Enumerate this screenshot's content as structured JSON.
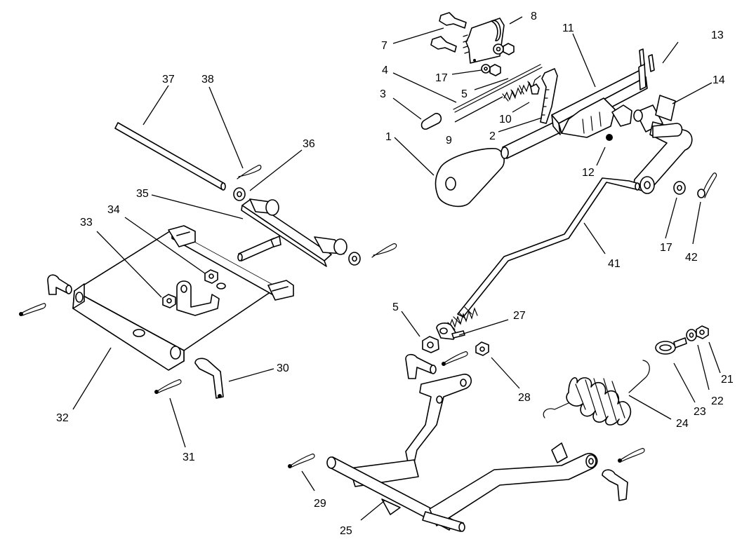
{
  "callouts": [
    {
      "id": "1",
      "text": "1"
    },
    {
      "id": "2",
      "text": "2"
    },
    {
      "id": "3",
      "text": "3"
    },
    {
      "id": "4",
      "text": "4"
    },
    {
      "id": "5a",
      "text": "5"
    },
    {
      "id": "5b",
      "text": "5"
    },
    {
      "id": "7",
      "text": "7"
    },
    {
      "id": "8",
      "text": "8"
    },
    {
      "id": "9",
      "text": "9"
    },
    {
      "id": "10",
      "text": "10"
    },
    {
      "id": "11",
      "text": "11"
    },
    {
      "id": "12",
      "text": "12"
    },
    {
      "id": "13",
      "text": "13"
    },
    {
      "id": "14",
      "text": "14"
    },
    {
      "id": "17a",
      "text": "17"
    },
    {
      "id": "17b",
      "text": "17"
    },
    {
      "id": "21",
      "text": "21"
    },
    {
      "id": "22",
      "text": "22"
    },
    {
      "id": "23",
      "text": "23"
    },
    {
      "id": "24",
      "text": "24"
    },
    {
      "id": "25",
      "text": "25"
    },
    {
      "id": "27",
      "text": "27"
    },
    {
      "id": "28",
      "text": "28"
    },
    {
      "id": "29",
      "text": "29"
    },
    {
      "id": "30",
      "text": "30"
    },
    {
      "id": "31",
      "text": "31"
    },
    {
      "id": "32",
      "text": "32"
    },
    {
      "id": "33",
      "text": "33"
    },
    {
      "id": "34",
      "text": "34"
    },
    {
      "id": "35",
      "text": "35"
    },
    {
      "id": "36",
      "text": "36"
    },
    {
      "id": "37",
      "text": "37"
    },
    {
      "id": "38",
      "text": "38"
    },
    {
      "id": "41",
      "text": "41"
    },
    {
      "id": "42",
      "text": "42"
    }
  ]
}
